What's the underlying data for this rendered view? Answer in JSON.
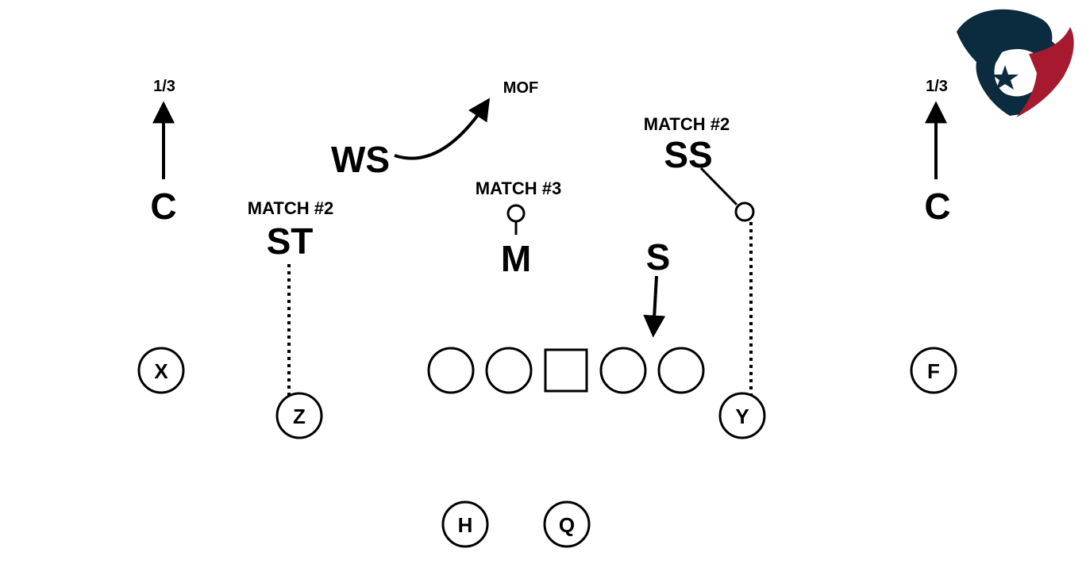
{
  "defense": {
    "corner_left": "C",
    "corner_right": "C",
    "deep_left": "1/3",
    "deep_right": "1/3",
    "weak_safety": "WS",
    "mof": "MOF",
    "strong_safety": "SS",
    "ss_match": "MATCH #2",
    "stud": "ST",
    "st_match": "MATCH #2",
    "mike": "M",
    "m_match": "MATCH #3",
    "sam": "S"
  },
  "offense": {
    "x": "X",
    "z": "Z",
    "y": "Y",
    "f": "F",
    "h": "H",
    "q": "Q"
  },
  "colors": {
    "logo_navy": "#0b2b3f",
    "logo_red": "#a6192e",
    "ink": "#000000"
  },
  "logo": {
    "icon": "texans-bull-logo"
  }
}
